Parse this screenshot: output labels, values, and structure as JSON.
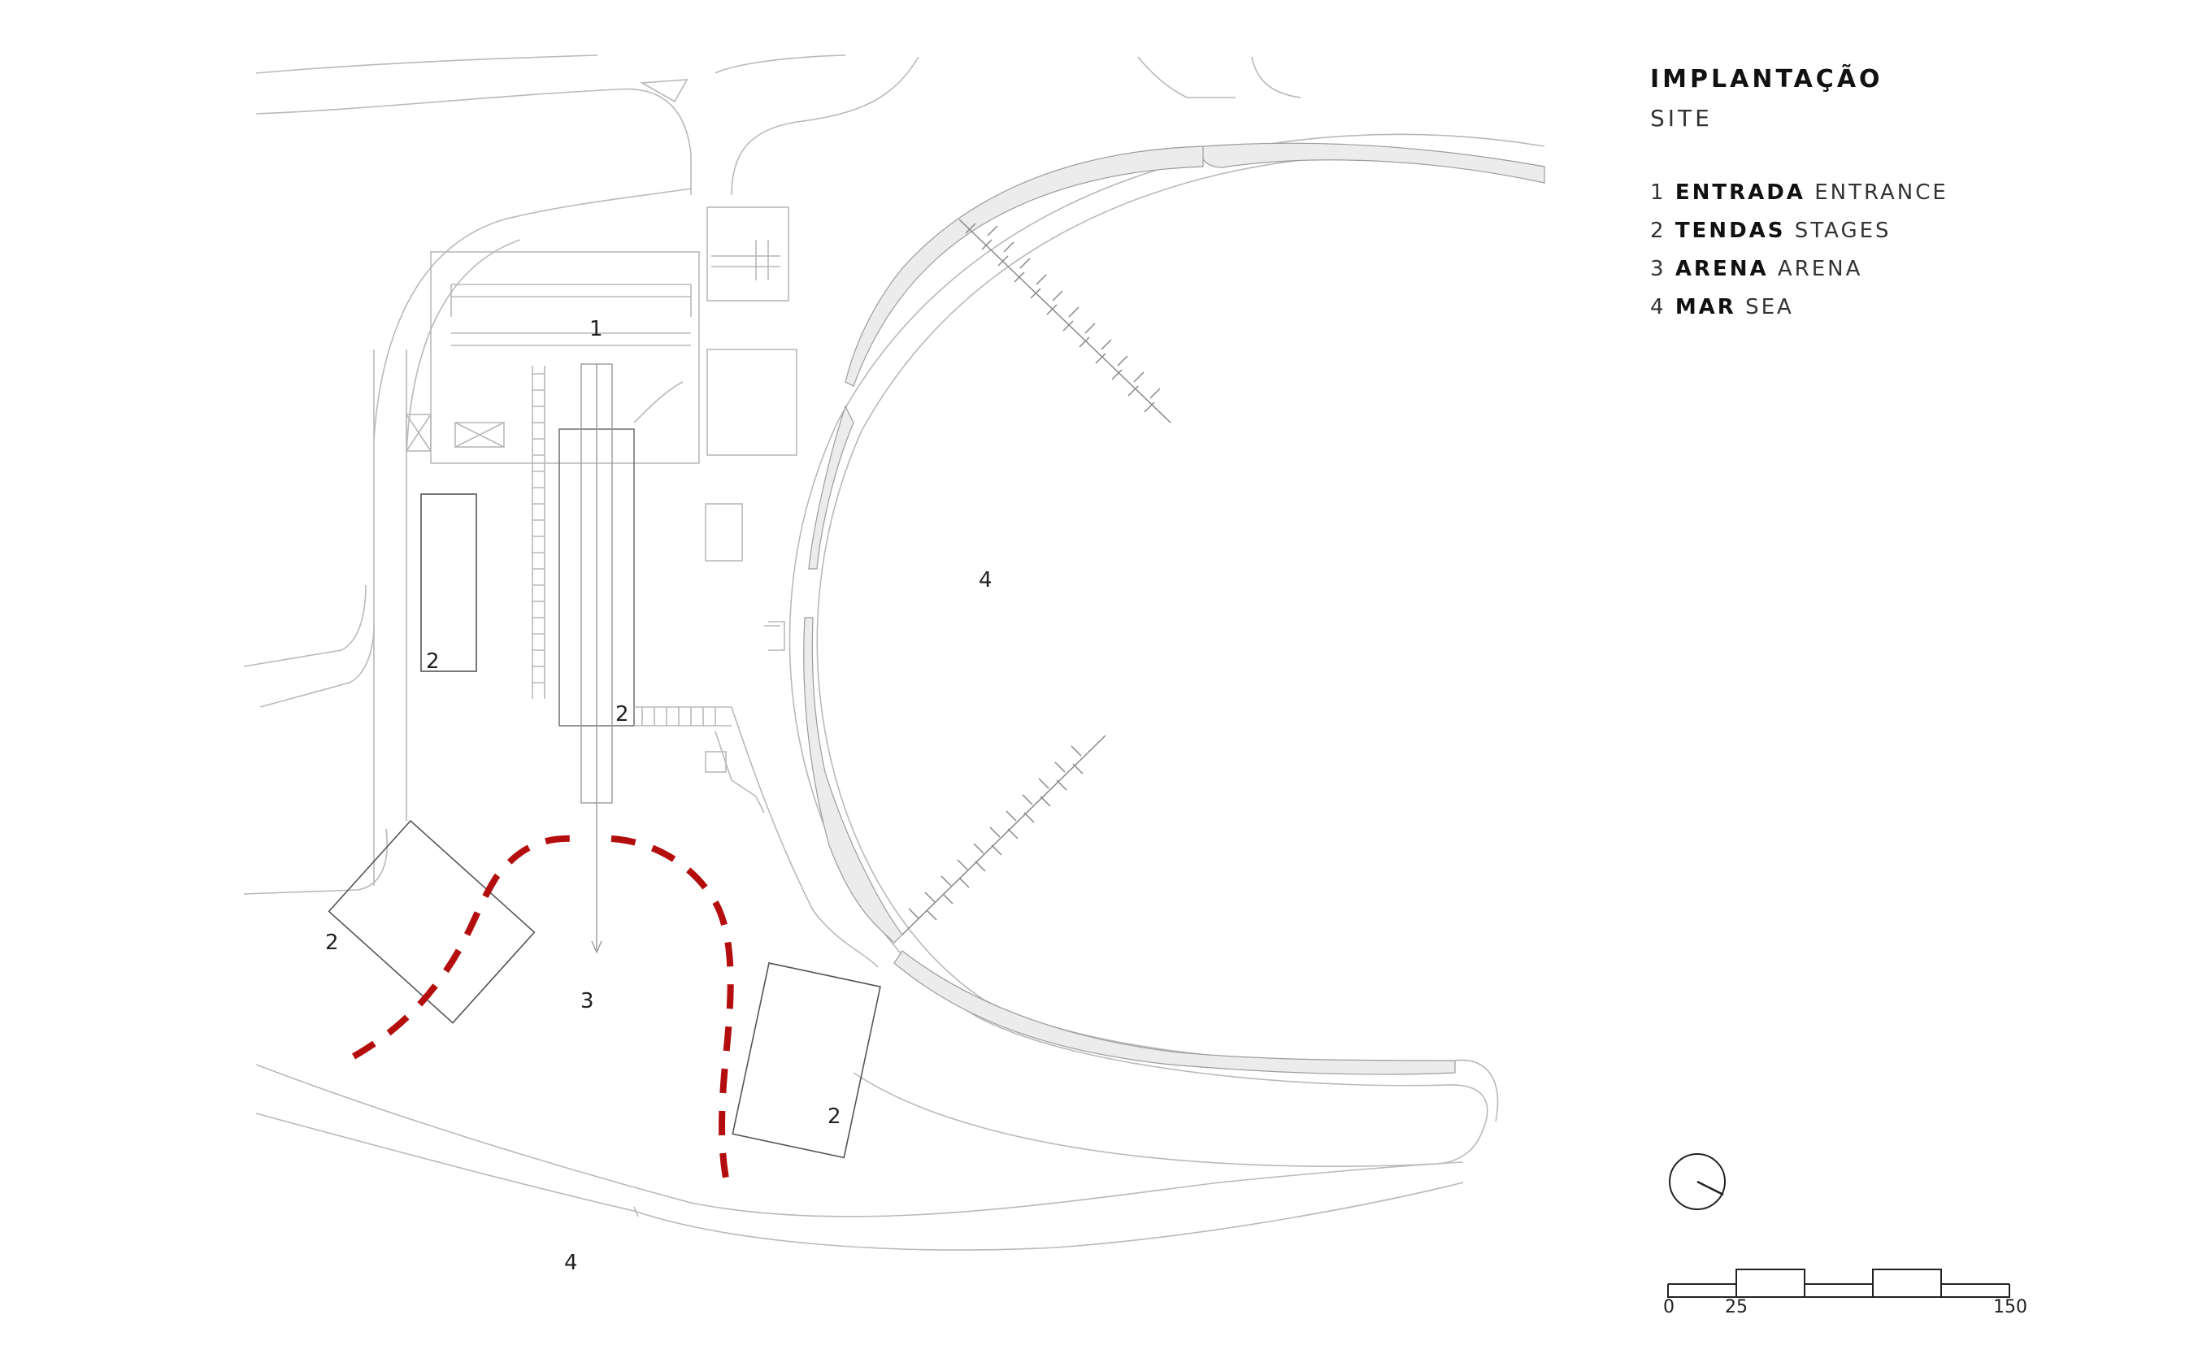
{
  "legend": {
    "title": "IMPLANTAÇÃO",
    "subtitle": "SITE",
    "items": [
      {
        "num": "1",
        "pt": "ENTRADA",
        "en": "ENTRANCE"
      },
      {
        "num": "2",
        "pt": "TENDAS",
        "en": "STAGES"
      },
      {
        "num": "3",
        "pt": "ARENA",
        "en": "ARENA"
      },
      {
        "num": "4",
        "pt": "MAR",
        "en": "SEA"
      }
    ]
  },
  "labels": {
    "entrance": "1",
    "stage_a": "2",
    "stage_b": "2",
    "stage_c": "2",
    "stage_d": "2",
    "arena": "3",
    "sea_north": "4",
    "sea_south": "4"
  },
  "scale_bar": {
    "start": "0",
    "mid": "25",
    "end": "150"
  },
  "colors": {
    "arena_boundary": "#b30d0d"
  }
}
